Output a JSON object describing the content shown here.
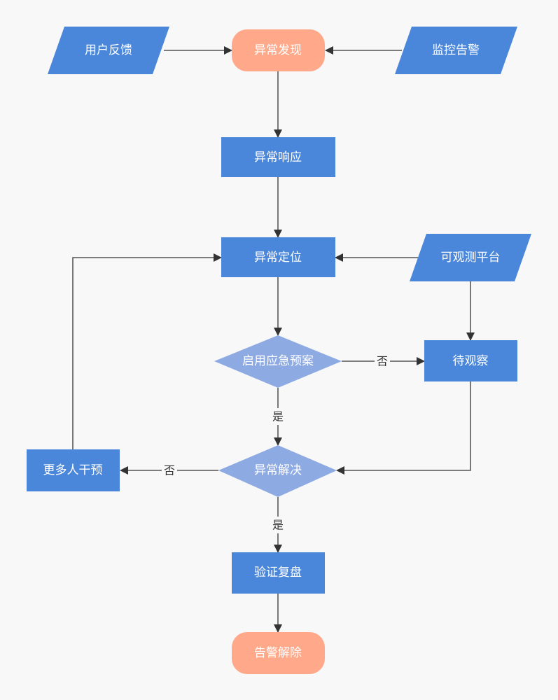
{
  "colors": {
    "background": "#f8f8f8",
    "terminal": "#ffa98a",
    "process": "#4a86d9",
    "decision": "#8daae3",
    "io": "#4a86d9",
    "line": "#333333"
  },
  "nodes": {
    "user_feedback": "用户反馈",
    "anomaly_found": "异常发现",
    "monitor_alert": "监控告警",
    "anomaly_response": "异常响应",
    "anomaly_locate": "异常定位",
    "observability": "可观测平台",
    "enable_plan": "启用应急预案",
    "to_observe": "待观察",
    "more_intervention": "更多人干预",
    "anomaly_resolved": "异常解决",
    "verify_review": "验证复盘",
    "alert_cleared": "告警解除"
  },
  "edge_labels": {
    "plan_no": "否",
    "plan_yes": "是",
    "resolved_no": "否",
    "resolved_yes": "是"
  }
}
